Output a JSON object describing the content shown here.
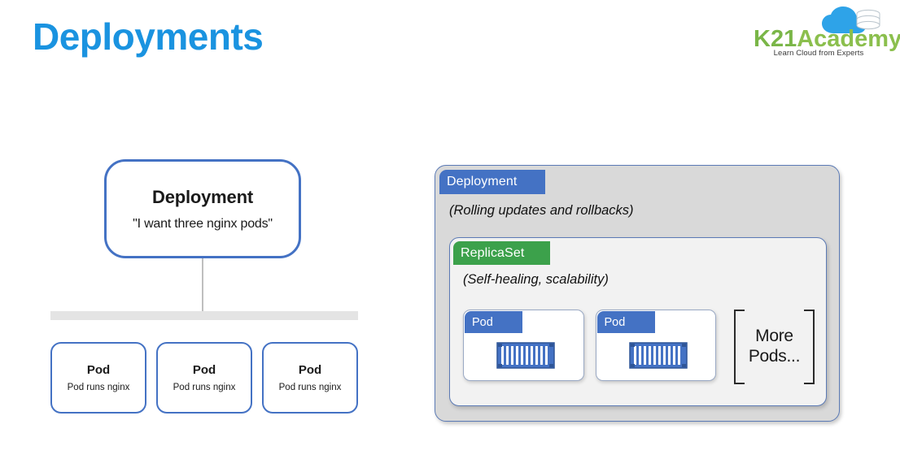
{
  "slide": {
    "title": "Deployments",
    "title_color": "#1a93e0",
    "background": "#ffffff"
  },
  "logo": {
    "name_part1": "K21",
    "name_part2": "Academy",
    "tagline": "Learn Cloud from Experts",
    "cloud_icon": "cloud-database-icon",
    "green": "#7ab648",
    "cloud_blue": "#2ea3e8"
  },
  "left_diagram": {
    "deployment_box": {
      "title": "Deployment",
      "subtitle": "\"I want three nginx pods\"",
      "border_color": "#4472c4"
    },
    "connector_bar_color": "#e4e4e4",
    "pods": [
      {
        "title": "Pod",
        "subtitle": "Pod runs nginx"
      },
      {
        "title": "Pod",
        "subtitle": "Pod runs nginx"
      },
      {
        "title": "Pod",
        "subtitle": "Pod runs nginx"
      }
    ]
  },
  "right_diagram": {
    "deployment": {
      "tag_label": "Deployment",
      "tag_color": "#4472c4",
      "note": "(Rolling updates and rollbacks)",
      "panel_color": "#d9d9d9"
    },
    "replicaset": {
      "tag_label": "ReplicaSet",
      "tag_color": "#3ca14b",
      "note": "(Self-healing, scalability)",
      "panel_color": "#f2f2f2"
    },
    "pods": [
      {
        "tag_label": "Pod",
        "icon": "container-icon"
      },
      {
        "tag_label": "Pod",
        "icon": "container-icon"
      }
    ],
    "more_pods": {
      "line1": "More",
      "line2": "Pods..."
    }
  }
}
